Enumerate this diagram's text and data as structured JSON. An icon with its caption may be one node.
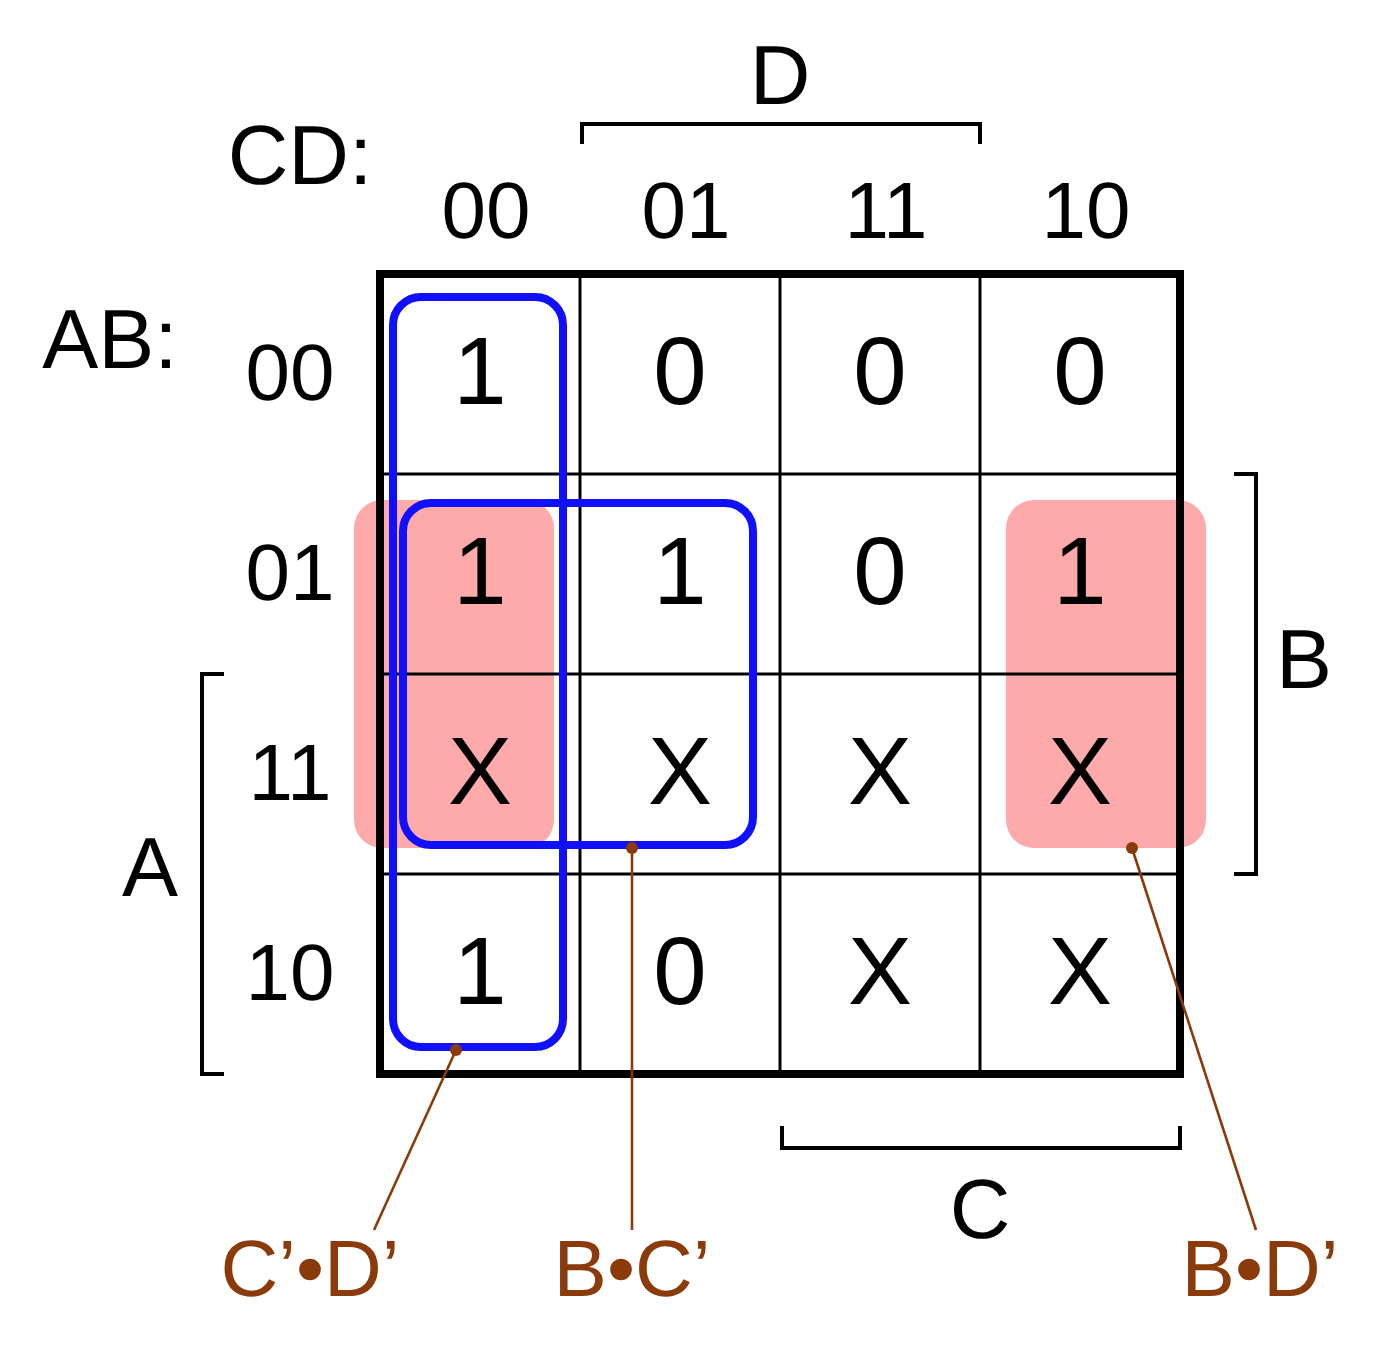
{
  "diagram": {
    "nodes": [
      {
        "text": [],
        "shape": "box"
      },
      {
        "text": [],
        "shape": "box"
      },
      {
        "text": [],
        "shape": "box"
      },
      {
        "text": [],
        "shape": "box"
      },
      {
        "text": [
          "C’•D’"
        ]
      },
      {
        "text": [
          "B•C’"
        ]
      },
      {
        "text": [
          "B•D’"
        ]
      }
    ],
    "edges": [
      {
        "from": 4,
        "to": 0,
        "arrow": "other"
      },
      {
        "from": 5,
        "to": 1,
        "arrow": "other"
      },
      {
        "from": 6,
        "to": 3,
        "arrow": "other"
      }
    ],
    "labels": [
      "D",
      "CD:",
      "00",
      "01",
      "11",
      "10",
      "AB:",
      "00",
      "1",
      "0",
      "0",
      "0",
      "01",
      "1",
      "1",
      "0",
      "1",
      "B",
      "11",
      "X",
      "X",
      "X",
      "X",
      "A",
      "10",
      "1",
      "0",
      "X",
      "X",
      "C"
    ]
  }
}
